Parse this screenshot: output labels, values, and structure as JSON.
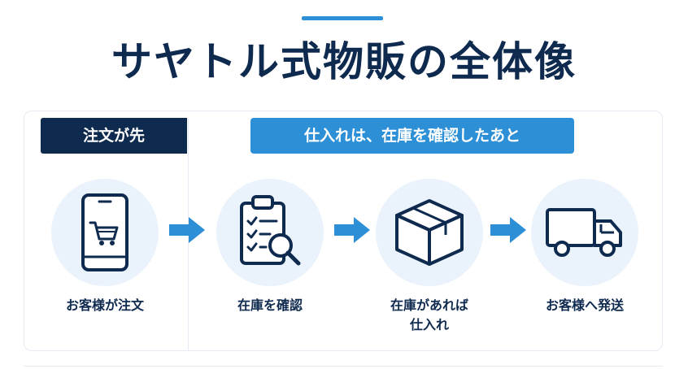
{
  "title": "サヤトル式物販の全体像",
  "tags": {
    "order_first": "注文が先",
    "purchase_after": "仕入れは、在庫を確認したあと"
  },
  "steps": [
    {
      "label": "お客様が注文",
      "icon": "smartphone-cart-icon"
    },
    {
      "label": "在庫を確認",
      "icon": "clipboard-search-icon"
    },
    {
      "label": "在庫があれば\n仕入れ",
      "icon": "box-icon"
    },
    {
      "label": "お客様へ発送",
      "icon": "delivery-truck-icon"
    }
  ],
  "colors": {
    "navy": "#0f2a4f",
    "blue": "#2d8fd6",
    "circle": "#eaf2fb",
    "border": "#e5ebf2"
  }
}
